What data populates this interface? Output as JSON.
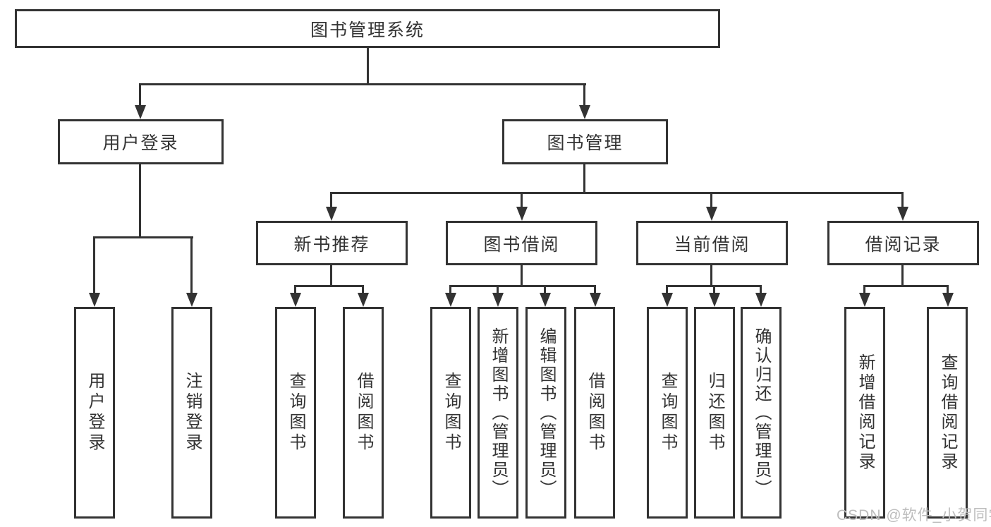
{
  "diagram_title": "图书管理系统",
  "nodes": {
    "root": "图书管理系统",
    "user_login": "用户登录",
    "book_mgmt": "图书管理",
    "new_book_rec": "新书推荐",
    "book_borrow": "图书借阅",
    "current_borrow": "当前借阅",
    "borrow_records": "借阅记录",
    "leaf_user_login": "用户登录",
    "leaf_logout": "注销登录",
    "leaf_nb_query_book": "查询图书",
    "leaf_nb_borrow_book": "借阅图书",
    "leaf_bb_query_book": "查询图书",
    "leaf_bb_add_book": "新增图书（管理员）",
    "leaf_bb_edit_book": "编辑图书（管理员）",
    "leaf_bb_borrow_book": "借阅图书",
    "leaf_cb_query_book": "查询图书",
    "leaf_cb_return_book": "归还图书",
    "leaf_cb_confirm_return": "确认归还（管理员）",
    "leaf_br_add_record": "新增借阅记录",
    "leaf_br_query_record": "查询借阅记录"
  },
  "watermark": "CSDN @软件_小贺同学",
  "colors": {
    "line": "#333333",
    "text": "#333333",
    "watermark": "#bdbdbd",
    "background": "#ffffff"
  }
}
